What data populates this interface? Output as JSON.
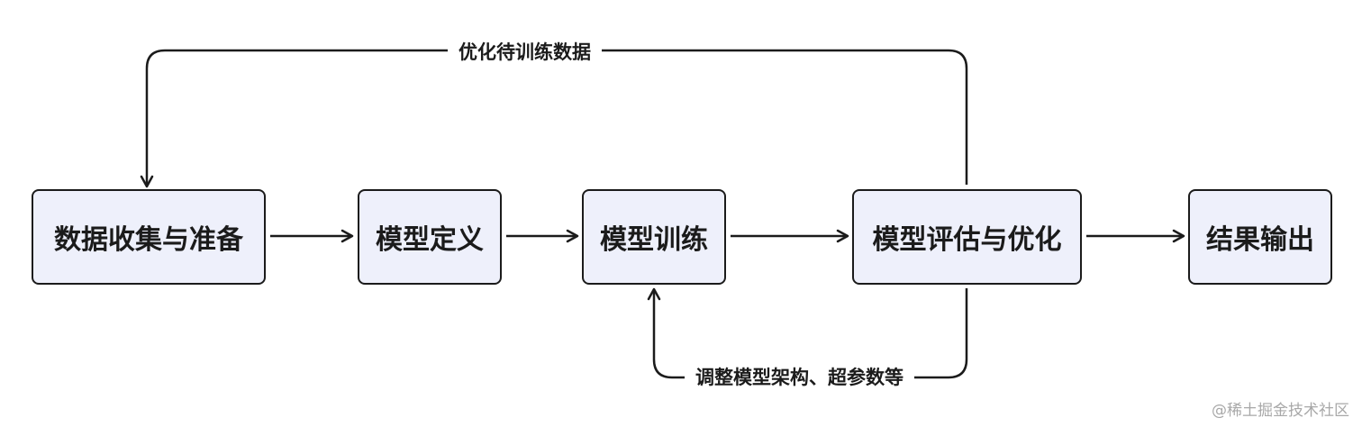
{
  "nodes": [
    {
      "id": "data-prep",
      "label": "数据收集与准备"
    },
    {
      "id": "model-def",
      "label": "模型定义"
    },
    {
      "id": "model-train",
      "label": "模型训练"
    },
    {
      "id": "model-eval",
      "label": "模型评估与优化"
    },
    {
      "id": "result-out",
      "label": "结果输出"
    }
  ],
  "edges": [
    {
      "from": "data-prep",
      "to": "model-def",
      "label": ""
    },
    {
      "from": "model-def",
      "to": "model-train",
      "label": ""
    },
    {
      "from": "model-train",
      "to": "model-eval",
      "label": ""
    },
    {
      "from": "model-eval",
      "to": "result-out",
      "label": ""
    },
    {
      "from": "model-eval",
      "to": "data-prep",
      "label": "优化待训练数据"
    },
    {
      "from": "model-eval",
      "to": "model-train",
      "label": "调整模型架构、超参数等"
    }
  ],
  "watermark": "@稀土掘金技术社区",
  "colors": {
    "node_fill": "#eef0fb",
    "stroke": "#1b1b1b",
    "watermark": "#a8a8a8"
  }
}
